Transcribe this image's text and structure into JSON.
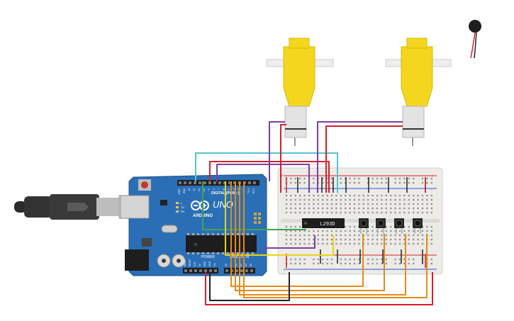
{
  "arduino": {
    "brand": "ARDUINO",
    "model": "UNO",
    "digital_label": "DIGITAL (PWM~)",
    "power_label": "POWER",
    "analog_label": "ANALOG IN",
    "led_labels": [
      "L",
      "TX",
      "RX"
    ],
    "header_pins": [
      "AREF",
      "GND",
      "13",
      "12",
      "~11",
      "~10",
      "~9",
      "8",
      "7",
      "~6",
      "~5",
      "4",
      "~3",
      "2",
      "TX 1",
      "RX 0"
    ],
    "power_pins": [
      "IOREF",
      "RESET",
      "3.3V",
      "5V",
      "GND",
      "GND",
      "Vin"
    ],
    "analog_pins": [
      "A0",
      "A1",
      "A2",
      "A3",
      "A4",
      "A5"
    ]
  },
  "chip": {
    "label": "L293D"
  },
  "colors": {
    "board": "#2a6fb6",
    "breadboard": "#ecebe8",
    "motor_yellow": "#f4d61f",
    "wire_red": "#d3202a",
    "wire_black": "#222222",
    "wire_purple": "#7b3fa0",
    "wire_orange": "#e48b17",
    "wire_yellow": "#e8d21a",
    "wire_cyan": "#54c5d0",
    "wire_green": "#3fa34d"
  },
  "components": [
    "usb-cable",
    "arduino-uno",
    "breadboard",
    "dc-motor-left",
    "dc-motor-right",
    "l293d-driver",
    "pushbutton",
    "pushbutton",
    "pushbutton",
    "pushbutton",
    "vibration-motor"
  ]
}
